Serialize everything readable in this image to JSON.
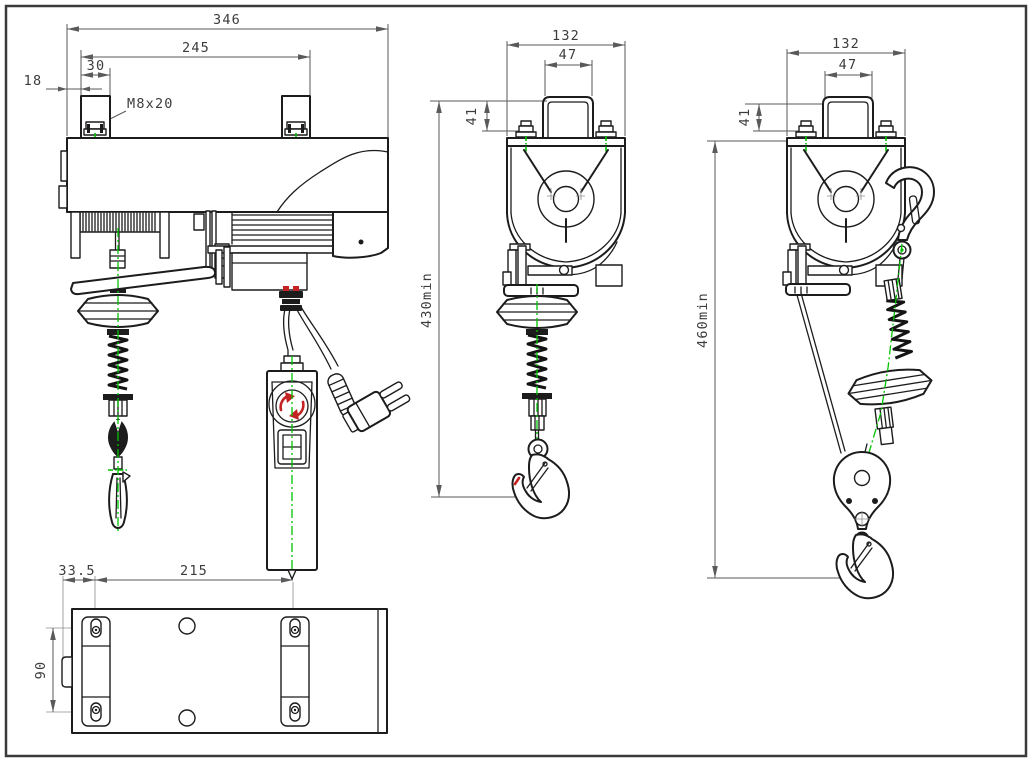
{
  "palette": {
    "background": "#ffffff",
    "frame": "#3a3a3a",
    "object_line": "#1c1c1c",
    "dim_line": "#5a5a5a",
    "centerline_green": "#00c300",
    "accent_red": "#c42323"
  },
  "views": {
    "side": {
      "dims": {
        "overall_width": "346",
        "bracket_span": "245",
        "bracket_width": "30",
        "edge_offset": "18",
        "bolt_spec": "M8x20"
      }
    },
    "front": {
      "dims": {
        "width": "132",
        "handle_width": "47",
        "handle_height": "41",
        "hook_min": "430min"
      }
    },
    "tackle": {
      "dims": {
        "width": "132",
        "handle_width": "47",
        "handle_height": "41",
        "hook_min": "460min"
      }
    },
    "plan": {
      "dims": {
        "edge_to_slot": "33.5",
        "slot_span": "215",
        "slot_rows": "90"
      }
    }
  }
}
